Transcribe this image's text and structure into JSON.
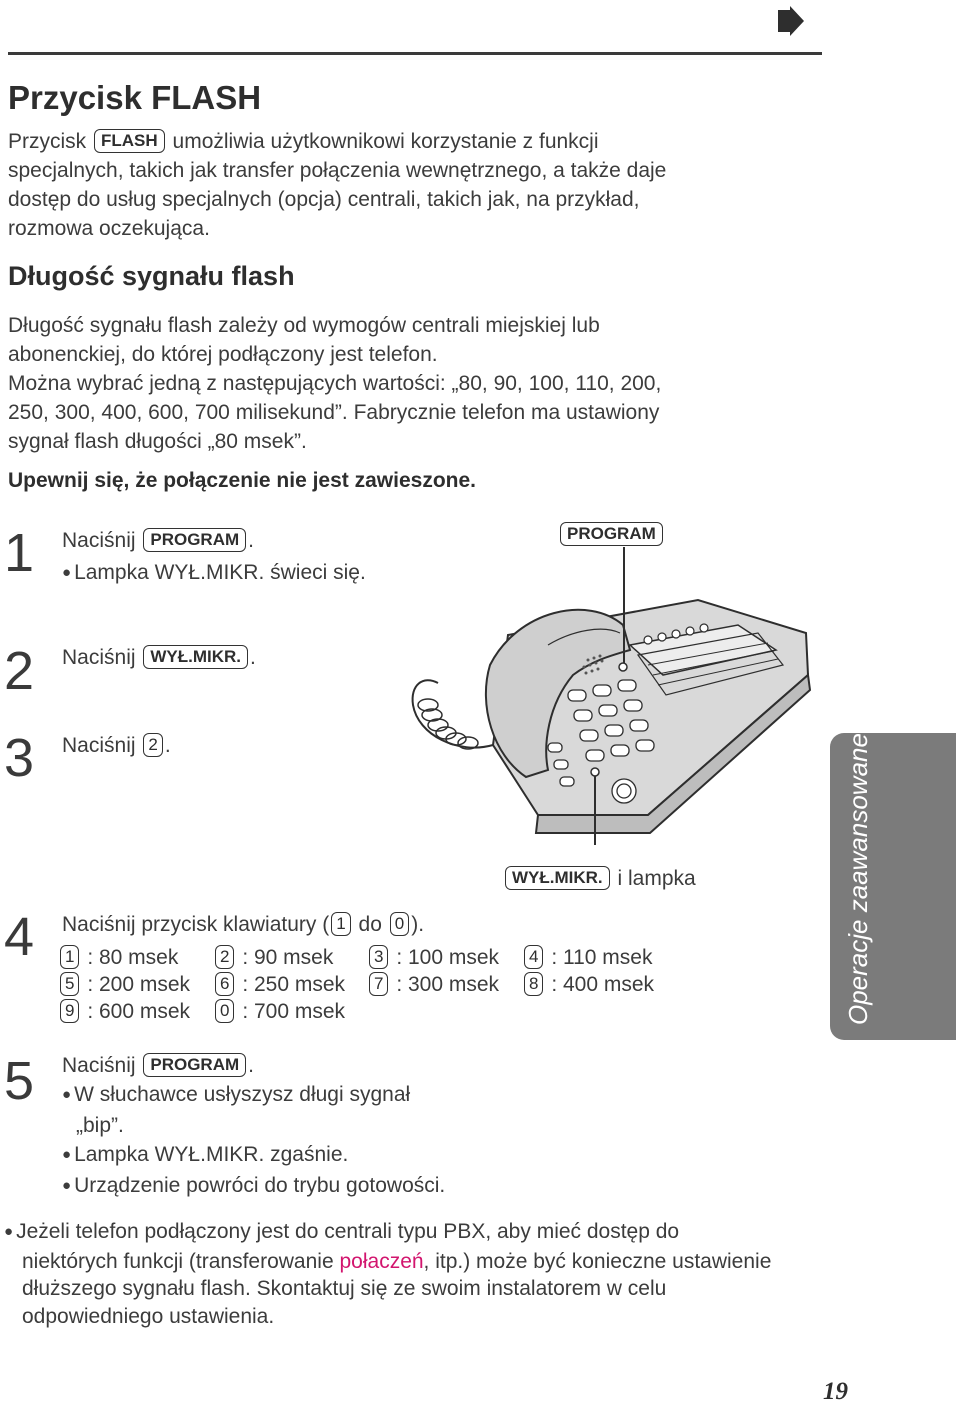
{
  "title": "Przycisk FLASH",
  "intro": {
    "line1_before": "Przycisk",
    "flash_key": "FLASH",
    "line1_after": "umożliwia użytkownikowi korzystanie z funkcji",
    "line2": "specjalnych, takich jak transfer połączenia wewnętrznego, a także daje",
    "line3": "dostęp do usług specjalnych (opcja) centrali, takich jak, na przykład,",
    "line4": "rozmowa oczekująca."
  },
  "subtitle": "Długość sygnału flash",
  "desc": {
    "line1": "Długość sygnału flash zależy od wymogów centrali miejskiej lub",
    "line2": "abonenckiej, do której podłączony jest telefon.",
    "line3": "Można wybrać jedną z następujących wartości: „80, 90, 100, 110, 200,",
    "line4": "250, 300, 400, 600, 700 milisekund”. Fabrycznie telefon ma ustawiony",
    "line5": "sygnał flash długości „80 msek”."
  },
  "warning": "Upewnij się, że połączenie nie jest zawieszone.",
  "steps": {
    "s1": {
      "num": "1",
      "press": "Naciśnij",
      "key": "PROGRAM",
      "end": ".",
      "bullet": "Lampka WYŁ.MIKR. świeci się."
    },
    "s2": {
      "num": "2",
      "press": "Naciśnij",
      "key": "WYŁ.MIKR.",
      "end": "."
    },
    "s3": {
      "num": "3",
      "press": "Naciśnij",
      "key": "2",
      "end": "."
    },
    "s4": {
      "num": "4",
      "press": "Naciśnij przycisk klawiatury (",
      "key_from": "1",
      "mid": "do",
      "key_to": "0",
      "end": ")."
    },
    "s5": {
      "num": "5",
      "press": "Naciśnij",
      "key": "PROGRAM",
      "end": ".",
      "b1a": "W słuchawce usłyszysz długi sygnał",
      "b1b": "„bip”.",
      "b2": "Lampka WYŁ.MIKR. zgaśnie.",
      "b3": "Urządzenie powróci do trybu gotowości."
    }
  },
  "values": [
    {
      "key": "1",
      "text": ": 80 msek"
    },
    {
      "key": "2",
      "text": ": 90 msek"
    },
    {
      "key": "3",
      "text": ": 100 msek"
    },
    {
      "key": "4",
      "text": ": 110 msek"
    },
    {
      "key": "5",
      "text": ": 200 msek"
    },
    {
      "key": "6",
      "text": ": 250 msek"
    },
    {
      "key": "7",
      "text": ": 300 msek"
    },
    {
      "key": "8",
      "text": ": 400 msek"
    },
    {
      "key": "9",
      "text": ": 600 msek"
    },
    {
      "key": "0",
      "text": ": 700 msek"
    }
  ],
  "figure": {
    "program_label": "PROGRAM",
    "mute_label": "WYŁ.MIKR.",
    "lamp_text": "i lampka"
  },
  "note": {
    "line1": "Jeżeli telefon podłączony jest do centrali typu PBX, aby mieć dostęp do",
    "line2_a": "niektórych funkcji (transferowanie ",
    "line2_red": "połaczeń",
    "line2_b": ", itp.) może być konieczne ustawienie",
    "line3": "dłuższego sygnału flash. Skontaktuj się ze swoim instalatorem w celu",
    "line4": "odpowiedniego ustawienia."
  },
  "side_tab": "Operacje zaawansowane",
  "page_number": "19",
  "colors": {
    "text": "#3c3c3c",
    "tab": "#7b7b7b",
    "highlight": "#d2156e"
  },
  "icons": {
    "next": "arrow-right-icon"
  }
}
